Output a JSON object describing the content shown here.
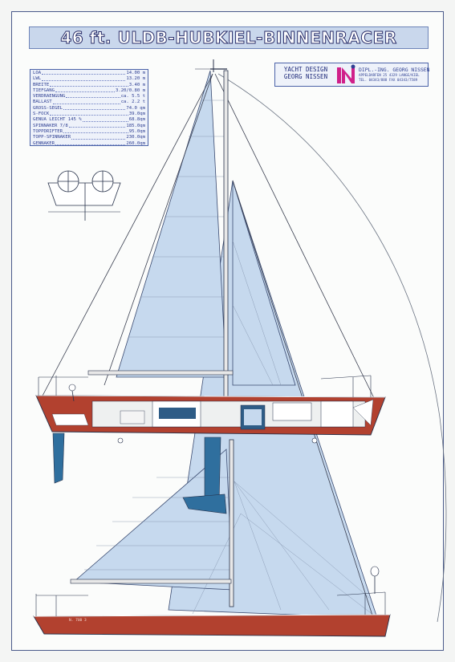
{
  "title": "46 ft. ULDB-HUBKIEL-BINNENRACER",
  "specs": [
    {
      "label": "LOA",
      "value": "14.00 m"
    },
    {
      "label": "LWL",
      "value": "13.20 m"
    },
    {
      "label": "BREITE",
      "value": "3.40 m"
    },
    {
      "label": "TIEFGANG",
      "value": "3.20/0.80 m"
    },
    {
      "label": "VERDRAENGUNG",
      "value": "ca. 5.5 t"
    },
    {
      "label": "BALLAST",
      "value": "ca. 2.2 t"
    },
    {
      "label": "GROSS-SEGEL",
      "value": "74.0 qm"
    },
    {
      "label": "S-FOCK",
      "value": "39.0qm"
    },
    {
      "label": "GENUA LEICHT 145 %",
      "value": "68.8qm"
    },
    {
      "label": "SPINNAKER 7/8",
      "value": "185.0qm"
    },
    {
      "label": "TOPPDRIFTER",
      "value": "95.0qm"
    },
    {
      "label": "TOPP-SPINNAKER",
      "value": "230.0qm"
    },
    {
      "label": "GENNAKER",
      "value": "260.0qm"
    }
  ],
  "logo": {
    "line1": "YACHT DESIGN",
    "line2": "GEORG NISSEN",
    "name": "DIPL.-ING. GEORG NISSEN",
    "address": "APPELDARFEN 25 4329 LANGE/KIEL",
    "phone": "TEL. 04343/888 FAX 04343/7589"
  },
  "hull_label": "N. 7U0 3",
  "colors": {
    "sail_fill": "#c6d9ee",
    "hull_red": "#b2412f",
    "keel_blue": "#2f6f9e",
    "line_dark": "#27314a",
    "title_bg": "#c9d7ec"
  }
}
